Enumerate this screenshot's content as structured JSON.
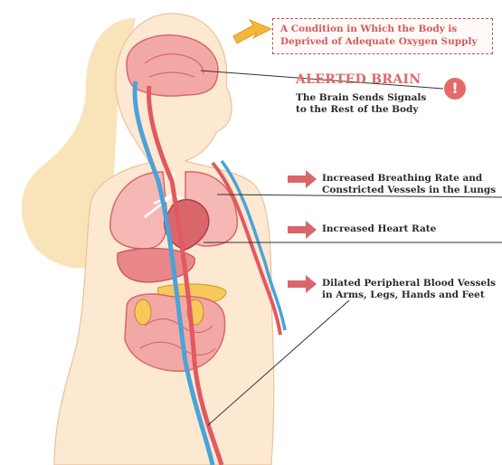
{
  "callout": {
    "lines": [
      "A Condition in Which the Body is",
      "Deprived of Adequate Oxygen Supply"
    ]
  },
  "brain": {
    "title": "ALERTED BRAIN",
    "subtitle_lines": [
      "The Brain Sends Signals",
      "to the Rest of the Body"
    ],
    "badge": "!"
  },
  "effects": [
    {
      "lines": [
        "Increased Breathing Rate and",
        "Constricted Vessels in the Lungs"
      ]
    },
    {
      "lines": [
        "Increased Heart Rate"
      ]
    },
    {
      "lines": [
        "Dilated Peripheral Blood Vessels",
        "in Arms, Legs, Hands and Feet"
      ]
    }
  ],
  "colors": {
    "hair": "#f7dca7",
    "skin": "#fde6cc",
    "organ_pink": "#f2a4a6",
    "organ_dark": "#d9666b",
    "vein_blue": "#4aa3d8",
    "artery_red": "#e05a60",
    "arrow_yellow": "#f5b73a",
    "arrow_red": "#d9666b",
    "callout_text": "#d45a5a"
  }
}
